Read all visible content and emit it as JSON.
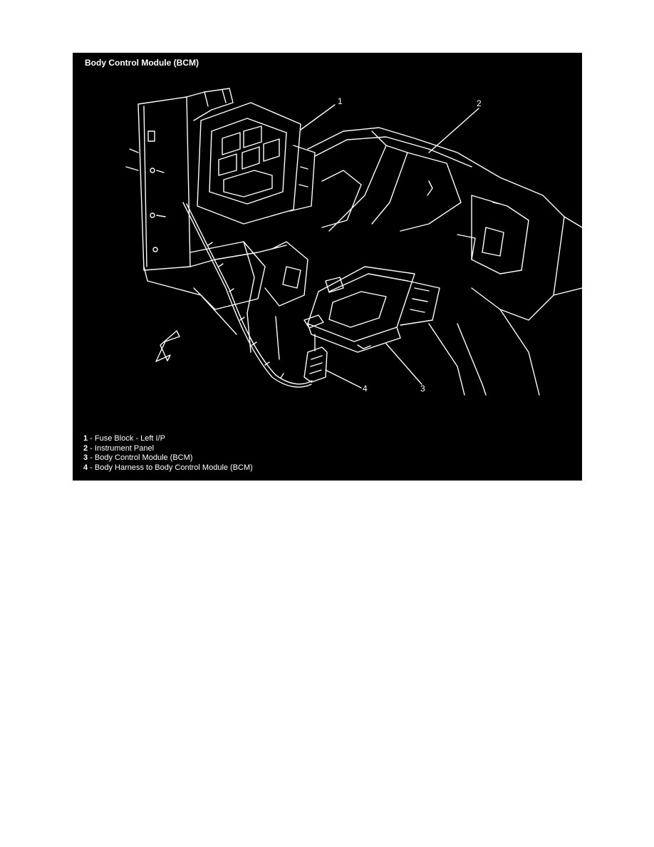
{
  "figure": {
    "title": "Body Control Module (BCM)",
    "colors": {
      "background": "#000000",
      "line": "#ffffff"
    },
    "callouts": [
      {
        "number": "1",
        "name": "Fuse Block - Left I/P"
      },
      {
        "number": "2",
        "name": "Instrument Panel"
      },
      {
        "number": "3",
        "name": "Body Control Module (BCM)"
      },
      {
        "number": "4",
        "name": "Body Harness to Body Control Module (BCM)"
      }
    ],
    "legend_separator": " - "
  }
}
